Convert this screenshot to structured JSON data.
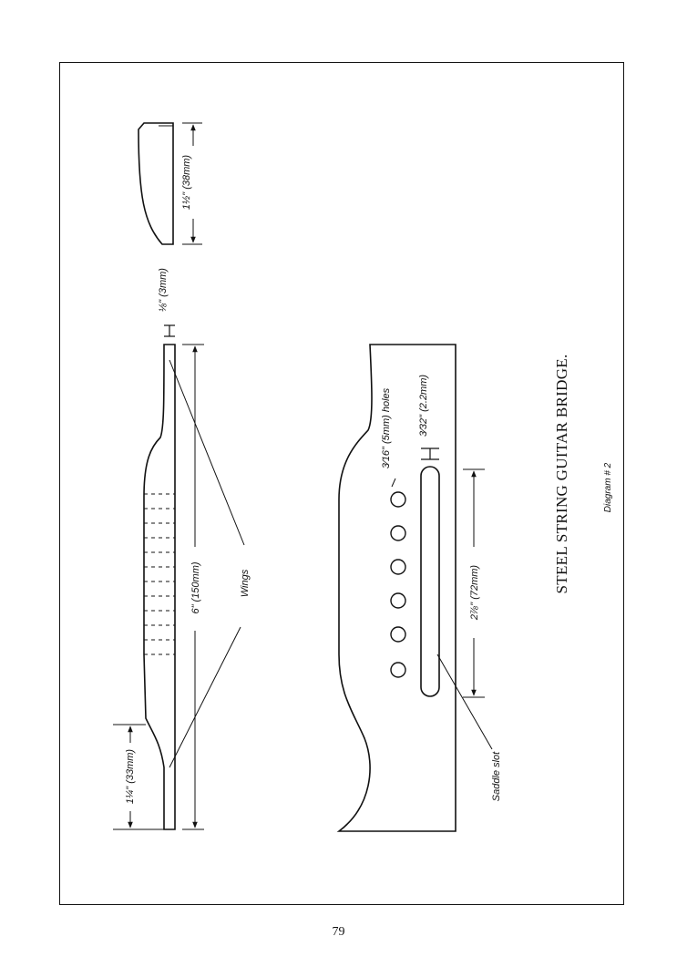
{
  "page_number": "79",
  "diagram": {
    "title": "STEEL STRING GUITAR BRIDGE.",
    "caption": "Diagram # 2",
    "labels": {
      "end_height": "1½\" (38mm)",
      "thickness": "⅛\" (3mm)",
      "total_length": "6\" (150mm)",
      "wings": "Wings",
      "wing_length": "1¼\" (33mm)",
      "holes": "3⁄16\" (5mm) holes",
      "slot_width": "3⁄32\" (2.2mm)",
      "slot_length": "2⅞\" (72mm)",
      "saddle_slot": "Saddle slot"
    }
  }
}
